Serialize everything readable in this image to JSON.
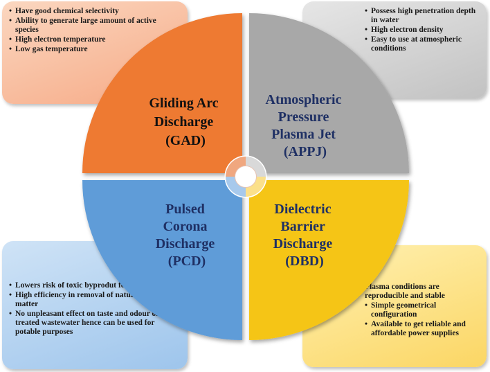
{
  "quadrants": {
    "top_left": {
      "lines": [
        "Gliding  Arc",
        "Discharge",
        "(GAD)"
      ],
      "color": "#ee7a33",
      "text_color": "#111111",
      "bullets": [
        "Have good chemical selectivity",
        "Ability to generate large amount of active species",
        "High electron temperature",
        "Low  gas temperature"
      ]
    },
    "top_right": {
      "lines": [
        "Atmospheric",
        "Pressure",
        "Plasma Jet",
        "(APPJ)"
      ],
      "color": "#a8a8a8",
      "text_color": "#1f3064",
      "bullets": [
        "Possess high penetration depth in water",
        "High electron density",
        "Easy to use at atmospheric conditions"
      ]
    },
    "bottom_left": {
      "lines": [
        "Pulsed",
        "Corona",
        "Discharge",
        "(PCD)"
      ],
      "color": "#5e9cd8",
      "text_color": "#1f3064",
      "bullets": [
        "Lowers risk of toxic byprodut  formation",
        "High efficiency in removal of natural organic matter",
        "No unpleasant effect on taste and odour of treated wastewater hence can be used for potable purposes"
      ]
    },
    "bottom_right": {
      "lines": [
        "Dielectric",
        "Barrier",
        "Discharge",
        "(DBD)"
      ],
      "color": "#f5c518",
      "text_color": "#1f3064",
      "bullets": [
        "Plasma conditions are reproducible and stable",
        "Simple geometrical configuration",
        "Available to get reliable and affordable power supplies"
      ]
    }
  }
}
